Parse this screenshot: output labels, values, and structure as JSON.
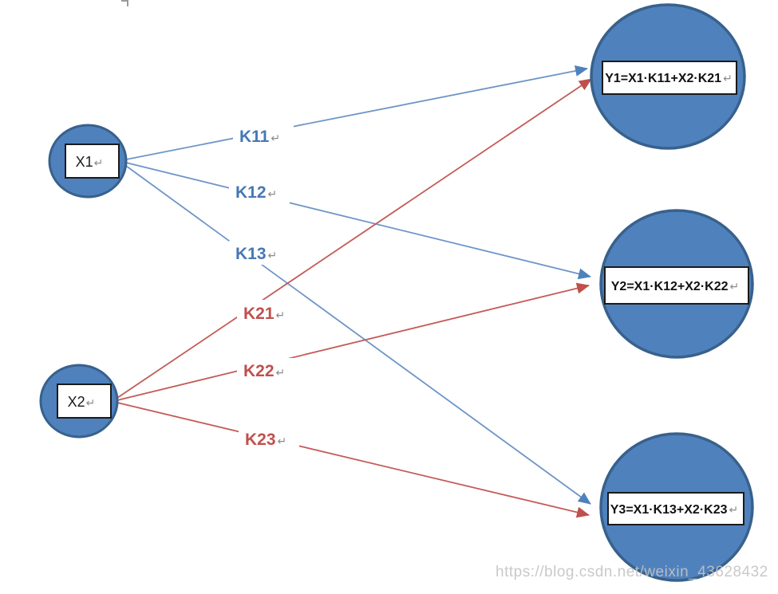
{
  "diagram_type": "weighted-connection-network",
  "colors": {
    "node_fill": "#4f81bd",
    "node_border": "#38618c",
    "box_border": "#1a1a1a",
    "blue_edge": "#6e95c6",
    "blue_arrowhead": "#4f81bd",
    "blue_label": "#4678b4",
    "red_edge": "#c35b57",
    "red_arrowhead": "#c0504d",
    "red_label": "#c0504d",
    "return_mark": "#8c8c8c",
    "watermark": "#c3c3c3"
  },
  "paragraph_mark": "↵",
  "input_nodes": [
    {
      "id": "X1",
      "label": "X1"
    },
    {
      "id": "X2",
      "label": "X2"
    }
  ],
  "output_nodes": [
    {
      "id": "Y1",
      "formula": "Y1=X1·K11+X2·K21"
    },
    {
      "id": "Y2",
      "formula": "Y2=X1·K12+X2·K22"
    },
    {
      "id": "Y3",
      "formula": "Y3=X1·K13+X2·K23"
    }
  ],
  "edges": [
    {
      "from": "X1",
      "to": "Y1",
      "weight": "K11",
      "color_group": "blue"
    },
    {
      "from": "X1",
      "to": "Y2",
      "weight": "K12",
      "color_group": "blue"
    },
    {
      "from": "X1",
      "to": "Y3",
      "weight": "K13",
      "color_group": "blue"
    },
    {
      "from": "X2",
      "to": "Y1",
      "weight": "K21",
      "color_group": "red"
    },
    {
      "from": "X2",
      "to": "Y2",
      "weight": "K22",
      "color_group": "red"
    },
    {
      "from": "X2",
      "to": "Y3",
      "weight": "K23",
      "color_group": "red"
    }
  ],
  "watermark": {
    "text": "https://blog.csdn.net/weixin_43628432"
  }
}
